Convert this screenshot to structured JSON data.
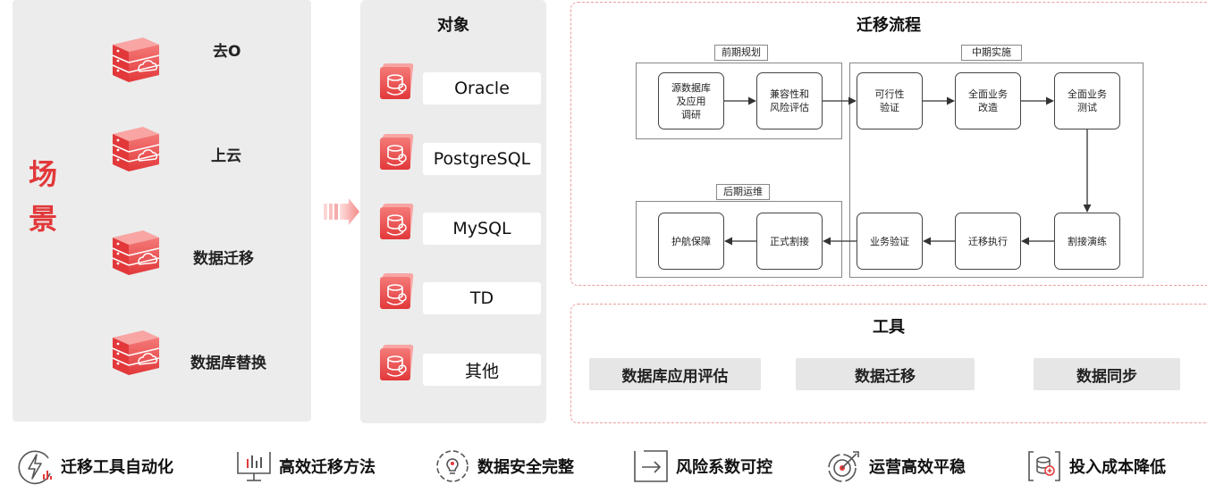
{
  "scenario": {
    "title": "场景",
    "items": [
      {
        "label": "去O"
      },
      {
        "label": "上云"
      },
      {
        "label": "数据迁移"
      },
      {
        "label": "数据库替换"
      }
    ]
  },
  "target": {
    "title": "对象",
    "items": [
      {
        "label": "Oracle"
      },
      {
        "label": "PostgreSQL"
      },
      {
        "label": "MySQL"
      },
      {
        "label": "TD"
      },
      {
        "label": "其他"
      }
    ]
  },
  "flow": {
    "title": "迁移流程",
    "phases": {
      "early": "前期规划",
      "middle": "中期实施",
      "late": "后期运维"
    },
    "steps": {
      "research": [
        "源数据库",
        "及应用",
        "调研"
      ],
      "compat": [
        "兼容性和",
        "风险评估"
      ],
      "feasibility": [
        "可行性",
        "验证"
      ],
      "refactor": [
        "全面业务",
        "改造"
      ],
      "testing": [
        "全面业务",
        "测试"
      ],
      "rehearsal": "割接演练",
      "execution": "迁移执行",
      "bizverify": "业务验证",
      "cutover": "正式割接",
      "escort": "护航保障"
    }
  },
  "tools": {
    "title": "工具",
    "items": [
      {
        "label": "数据库应用评估"
      },
      {
        "label": "数据迁移"
      },
      {
        "label": "数据同步"
      }
    ]
  },
  "benefits": [
    {
      "label": "迁移工具自动化",
      "icon": "lightning-gauge-icon"
    },
    {
      "label": "高效迁移方法",
      "icon": "monitor-chart-icon"
    },
    {
      "label": "数据安全完整",
      "icon": "bulb-gear-icon"
    },
    {
      "label": "风险系数可控",
      "icon": "arrow-box-icon"
    },
    {
      "label": "运营高效平稳",
      "icon": "target-arrow-icon"
    },
    {
      "label": "投入成本降低",
      "icon": "cost-database-icon"
    }
  ],
  "colors": {
    "accent": "#e2383a",
    "panel_bg": "#ececec",
    "dashed_border": "#e99e9c"
  }
}
